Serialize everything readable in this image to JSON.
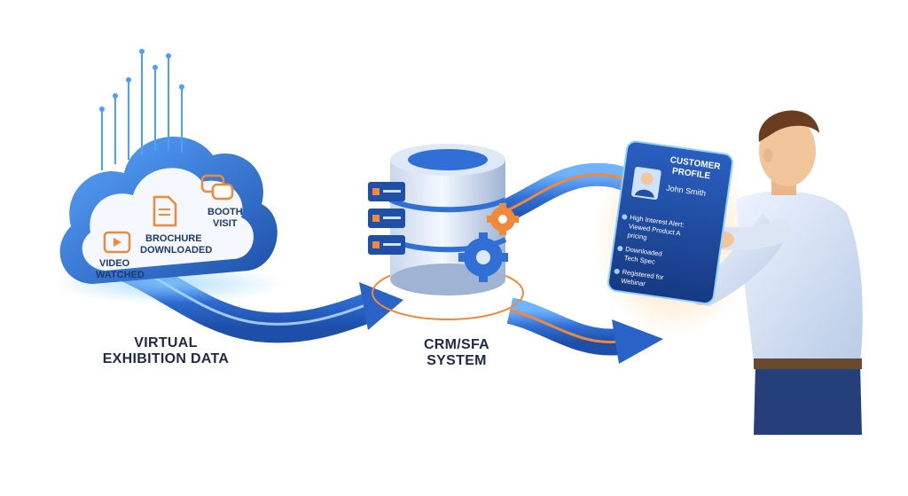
{
  "diagram": {
    "source_label_line1": "VIRTUAL",
    "source_label_line2": "EXHIBITION DATA",
    "system_label_line1": "CRM/SFA",
    "system_label_line2": "SYSTEM",
    "cloud_items": [
      {
        "line1": "VIDEO",
        "line2": "WATCHED",
        "icon": "video-play-icon"
      },
      {
        "line1": "BROCHURE",
        "line2": "DOWNLOADED",
        "icon": "document-icon"
      },
      {
        "line1": "BOOTH",
        "line2": "VISIT",
        "icon": "chat-bubbles-icon"
      }
    ],
    "profile": {
      "title_line1": "CUSTOMER",
      "title_line2": "PROFILE",
      "name": "John Smith",
      "entries": [
        {
          "line1": "High Interest Alert:",
          "line2": "Viewed Product A",
          "line3": "pricing"
        },
        {
          "line1": "Downloaded",
          "line2": "Tech Spec",
          "line3": ""
        },
        {
          "line1": "Registered for",
          "line2": "Webinar",
          "line3": ""
        }
      ]
    },
    "colors": {
      "primary_blue": "#2f6fd6",
      "dark_blue": "#1d4fa8",
      "accent_orange": "#f0893a",
      "label_text": "#1f2a44"
    }
  }
}
